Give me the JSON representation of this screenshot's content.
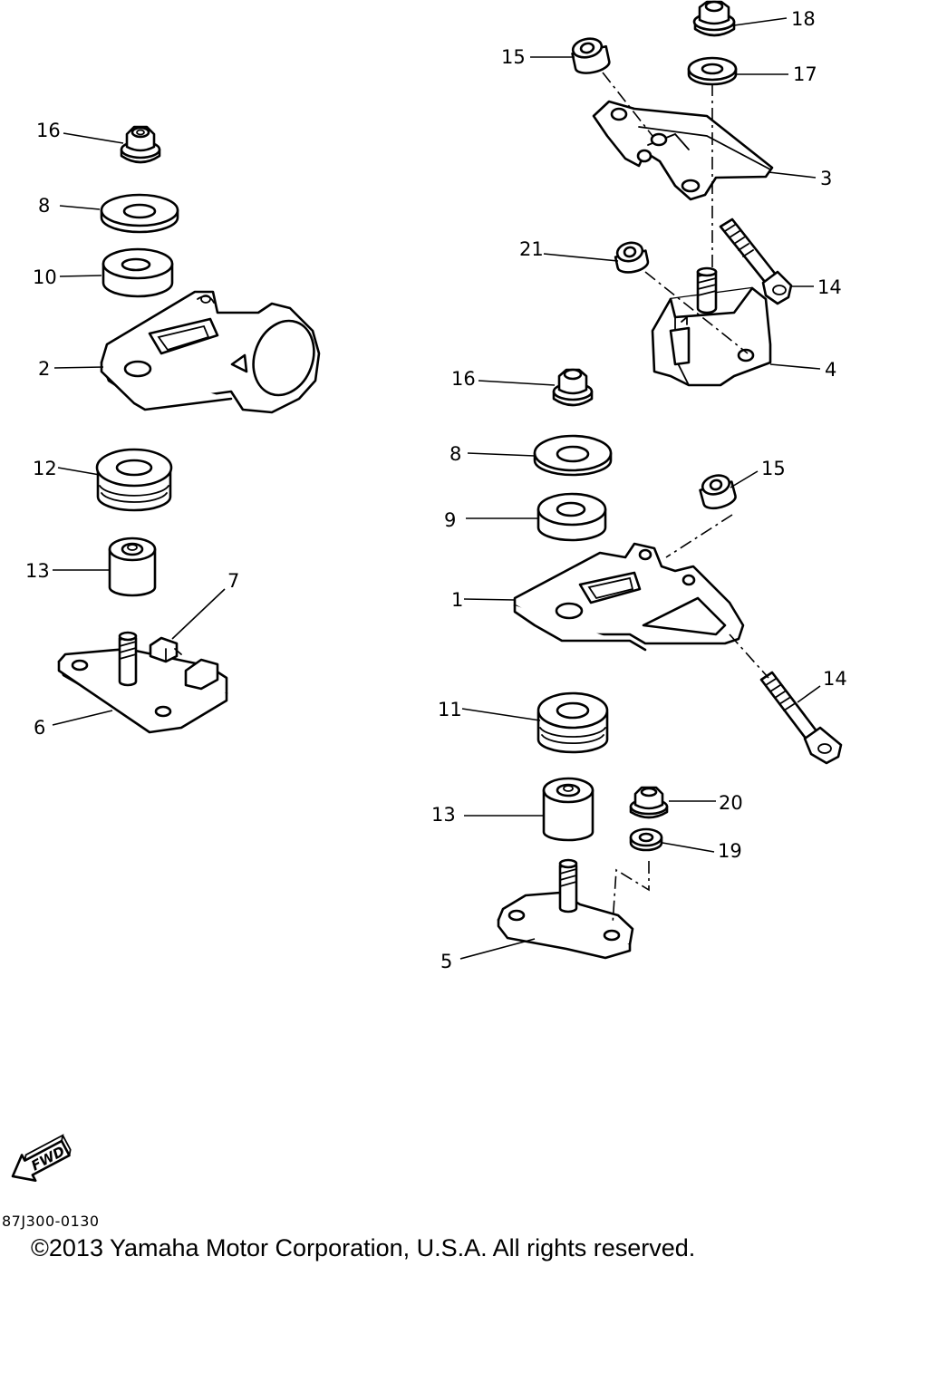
{
  "diagram": {
    "callouts": [
      {
        "id": "c16a",
        "text": "16"
      },
      {
        "id": "c8a",
        "text": "8"
      },
      {
        "id": "c10",
        "text": "10"
      },
      {
        "id": "c2",
        "text": "2"
      },
      {
        "id": "c12",
        "text": "12"
      },
      {
        "id": "c13a",
        "text": "13"
      },
      {
        "id": "c7",
        "text": "7"
      },
      {
        "id": "c6",
        "text": "6"
      },
      {
        "id": "c15a",
        "text": "15"
      },
      {
        "id": "c18",
        "text": "18"
      },
      {
        "id": "c17",
        "text": "17"
      },
      {
        "id": "c3",
        "text": "3"
      },
      {
        "id": "c21",
        "text": "21"
      },
      {
        "id": "c14a",
        "text": "14"
      },
      {
        "id": "c4",
        "text": "4"
      },
      {
        "id": "c16b",
        "text": "16"
      },
      {
        "id": "c8b",
        "text": "8"
      },
      {
        "id": "c15b",
        "text": "15"
      },
      {
        "id": "c9",
        "text": "9"
      },
      {
        "id": "c1",
        "text": "1"
      },
      {
        "id": "c14b",
        "text": "14"
      },
      {
        "id": "c11",
        "text": "11"
      },
      {
        "id": "c13b",
        "text": "13"
      },
      {
        "id": "c20",
        "text": "20"
      },
      {
        "id": "c19",
        "text": "19"
      },
      {
        "id": "c5",
        "text": "5"
      }
    ],
    "fwd_label": "FWD",
    "diagram_code": "87J300-0130",
    "copyright": "©2013 Yamaha Motor Corporation, U.S.A. All rights reserved."
  }
}
